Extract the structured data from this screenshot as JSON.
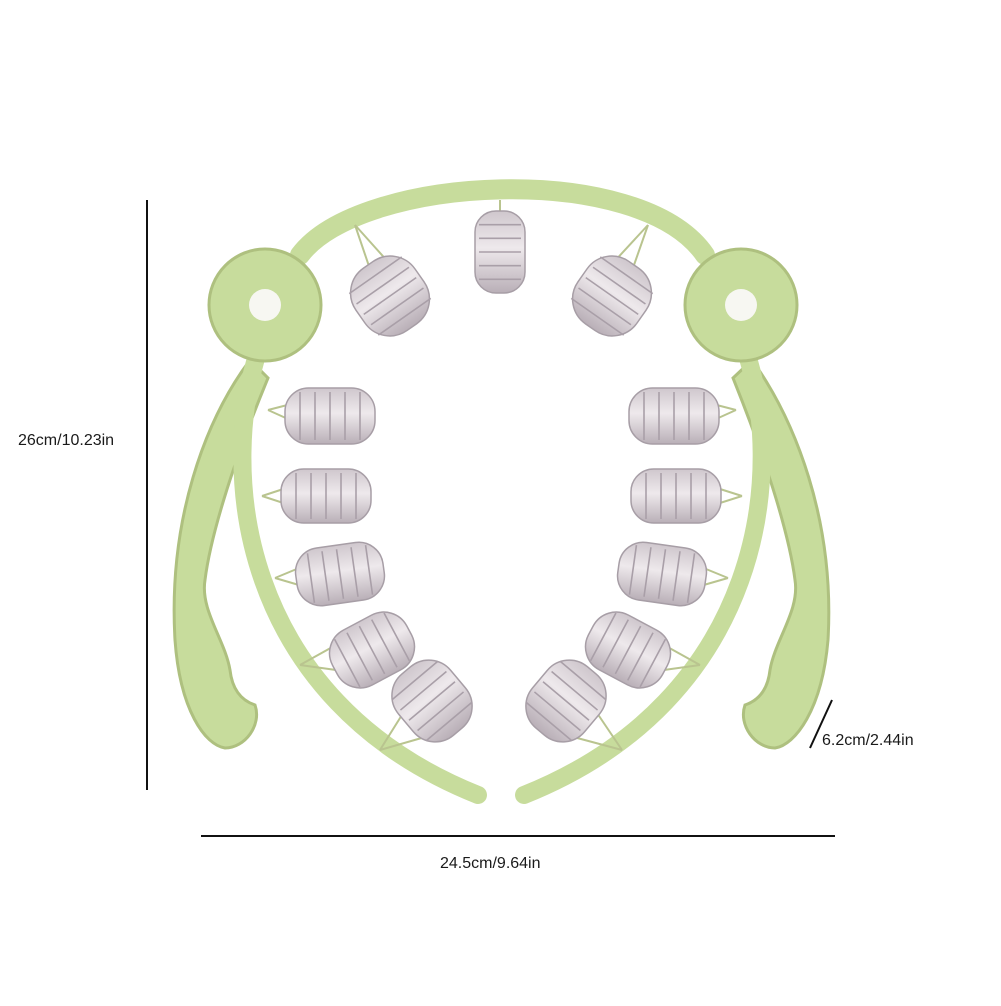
{
  "product": {
    "name_icon": "neck-massager-roller-icon",
    "frame_color": "#c7dc9c",
    "frame_edge_color": "#aec07f",
    "roller_color": "#e2dbe0",
    "roller_shade_color": "#b6acb4"
  },
  "dimensions": {
    "height": "26cm/10.23in",
    "width": "24.5cm/9.64in",
    "thickness": "6.2cm/2.44in"
  }
}
